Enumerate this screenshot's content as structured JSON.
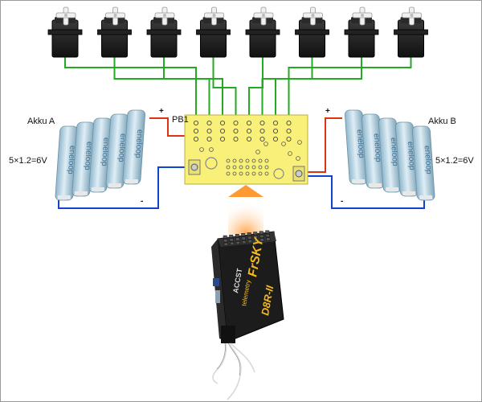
{
  "labels": {
    "board": "PB1",
    "battery_a": "Akku A",
    "battery_b": "Akku B",
    "voltage_a": "5×1.2=6V",
    "voltage_b": "5×1.2=6V",
    "plus": "+",
    "minus": "-"
  },
  "battery_cell_text": "eneloop",
  "receiver": {
    "brand": "FrSKY",
    "model": "D8R-II",
    "side_text": "ACCST",
    "side_text2": "telemetry"
  },
  "servo_count": 8,
  "colors": {
    "signal_wire": "#22aa22",
    "positive_wire": "#dd3311",
    "negative_wire": "#1144cc",
    "board": "#f8f078",
    "arrow": "#ff9933"
  },
  "icons": [
    "servo-icon",
    "battery-pack-icon",
    "receiver-icon",
    "arrow-icon"
  ]
}
